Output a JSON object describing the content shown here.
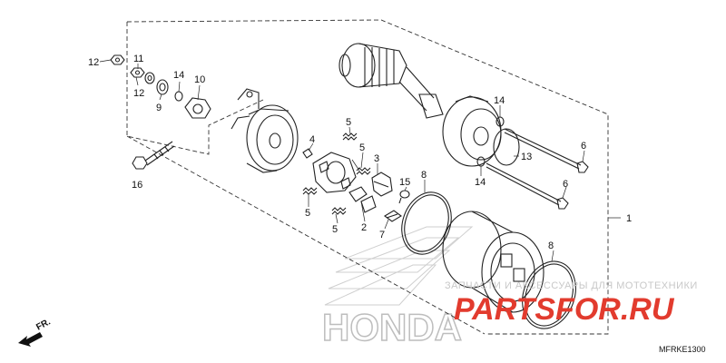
{
  "diagram": {
    "callouts": [
      {
        "id": "c12a",
        "num": "12"
      },
      {
        "id": "c11",
        "num": "11"
      },
      {
        "id": "c12b",
        "num": "12"
      },
      {
        "id": "c9",
        "num": "9"
      },
      {
        "id": "c14a",
        "num": "14"
      },
      {
        "id": "c10",
        "num": "10"
      },
      {
        "id": "c16",
        "num": "16"
      },
      {
        "id": "c5a",
        "num": "5"
      },
      {
        "id": "c4",
        "num": "4"
      },
      {
        "id": "c5b",
        "num": "5"
      },
      {
        "id": "c3",
        "num": "3"
      },
      {
        "id": "c15",
        "num": "15"
      },
      {
        "id": "c5c",
        "num": "5"
      },
      {
        "id": "c2",
        "num": "2"
      },
      {
        "id": "c5d",
        "num": "5"
      },
      {
        "id": "c7",
        "num": "7"
      },
      {
        "id": "c8a",
        "num": "8"
      },
      {
        "id": "c14b",
        "num": "14"
      },
      {
        "id": "c6a",
        "num": "6"
      },
      {
        "id": "c13",
        "num": "13"
      },
      {
        "id": "c14c",
        "num": "14"
      },
      {
        "id": "c6b",
        "num": "6"
      },
      {
        "id": "c1",
        "num": "1"
      },
      {
        "id": "c8b",
        "num": "8"
      }
    ],
    "direction_label": "FR.",
    "diagram_code": "MFRKE1300",
    "brand_logo_text": "HONDA"
  },
  "watermark": {
    "caption": "ЗАПЧАСТИ И АКСЕССУАРЫ ДЛЯ МОТОТЕХНИКИ",
    "brand": "PARTSFOR.RU",
    "brand_color": "#e23b2e"
  }
}
